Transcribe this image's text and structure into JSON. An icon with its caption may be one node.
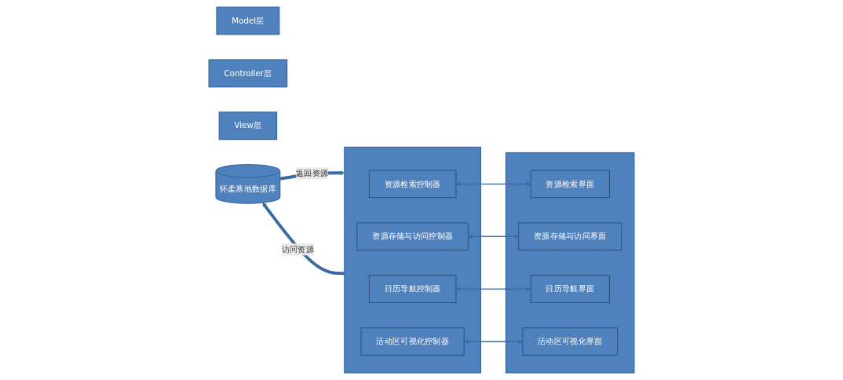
{
  "diagram": {
    "nodes": [
      {
        "text": [
          "Model层"
        ]
      },
      {
        "text": [
          "Controller层"
        ]
      },
      {
        "text": [
          "View层"
        ]
      },
      {
        "text": [
          "怀柔基地数据库"
        ]
      },
      {
        "text": [],
        "shape": "box"
      },
      {
        "text": [
          "资源检索控制器"
        ],
        "in": 4
      },
      {
        "text": [
          "资源存储与访问控制器"
        ],
        "in": 4
      },
      {
        "text": [
          "日历导航控制器"
        ],
        "in": 4
      },
      {
        "text": [
          "活动区可视化控制器"
        ],
        "in": 4
      },
      {
        "text": [],
        "shape": "box"
      },
      {
        "text": [
          "资源检索界面"
        ],
        "in": 9
      },
      {
        "text": [
          "资源存储与访问界面"
        ],
        "in": 9
      },
      {
        "text": [
          "日历导航界面"
        ],
        "in": 9
      },
      {
        "text": [
          "活动区可视化界面"
        ],
        "in": 9
      }
    ],
    "edges": [
      {
        "from": 4,
        "to": 3,
        "arrow": "to",
        "label": "访问资源",
        "style": "thick"
      },
      {
        "from": 3,
        "to": 4,
        "arrow": "to",
        "label": "返回资源",
        "style": "thick"
      },
      {
        "from": 5,
        "to": 10,
        "arrow": "both"
      },
      {
        "from": 6,
        "to": 11,
        "arrow": "both"
      },
      {
        "from": 7,
        "to": 12,
        "arrow": "both"
      },
      {
        "from": 8,
        "to": 13,
        "arrow": "both"
      }
    ]
  }
}
